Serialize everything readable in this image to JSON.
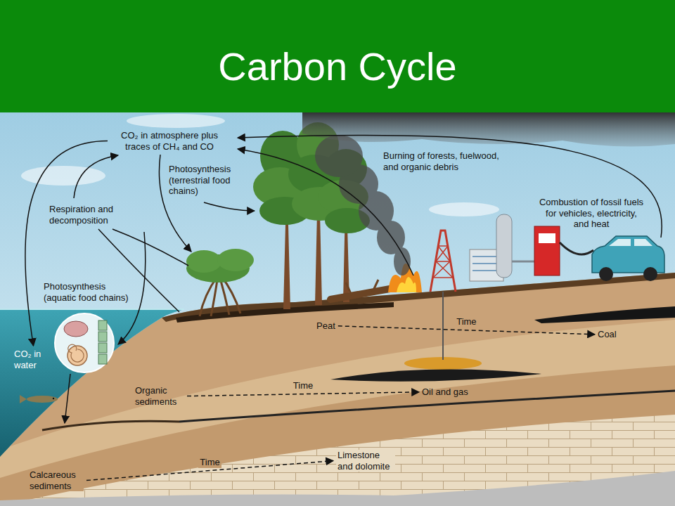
{
  "diagram": {
    "title": "Carbon Cycle",
    "nodes": [
      {
        "text": [
          "CO₂ in atmosphere plus traces of CH₄ and CO"
        ]
      },
      {
        "text": [
          "CO₂ in water"
        ]
      },
      {
        "text": [
          "Peat"
        ]
      },
      {
        "text": [
          "Coal"
        ]
      },
      {
        "text": [
          "Organic sediments"
        ]
      },
      {
        "text": [
          "Oil and gas"
        ]
      },
      {
        "text": [
          "Calcareous sediments"
        ]
      },
      {
        "text": [
          "Limestone and dolomite"
        ]
      }
    ],
    "edges": [
      {
        "from": 0,
        "to": 1,
        "arrow": "to"
      },
      {
        "from": 2,
        "to": 3,
        "label": "Time",
        "arrow": "to"
      },
      {
        "from": 4,
        "to": 5,
        "label": "Time",
        "arrow": "to"
      },
      {
        "from": 6,
        "to": 7,
        "label": "Time",
        "arrow": "to"
      }
    ],
    "labels": [
      "Photosynthesis (terrestrial food chains)",
      "Respiration and decomposition",
      "Burning of forests, fuelwood, and organic debris",
      "Combustion of fossil fuels for vehicles, electricity, and heat",
      "Photosynthesis (aquatic food chains)"
    ]
  }
}
